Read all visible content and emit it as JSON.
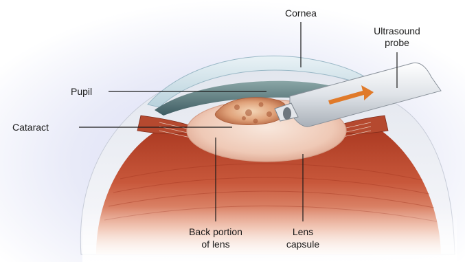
{
  "labels": {
    "cornea": "Cornea",
    "probe_line1": "Ultrasound",
    "probe_line2": "probe",
    "pupil": "Pupil",
    "cataract": "Cataract",
    "back_line1": "Back portion",
    "back_line2": "of lens",
    "capsule_line1": "Lens",
    "capsule_line2": "capsule"
  },
  "colors": {
    "label_text": "#1a1a1a",
    "eye_interior": "#c8583b",
    "sclera": "#f3f3f6",
    "iris": "#5c7c80",
    "cornea": "#cfe0e8",
    "lens": "#f0cfc0",
    "probe_arrow": "#e07a2a"
  }
}
